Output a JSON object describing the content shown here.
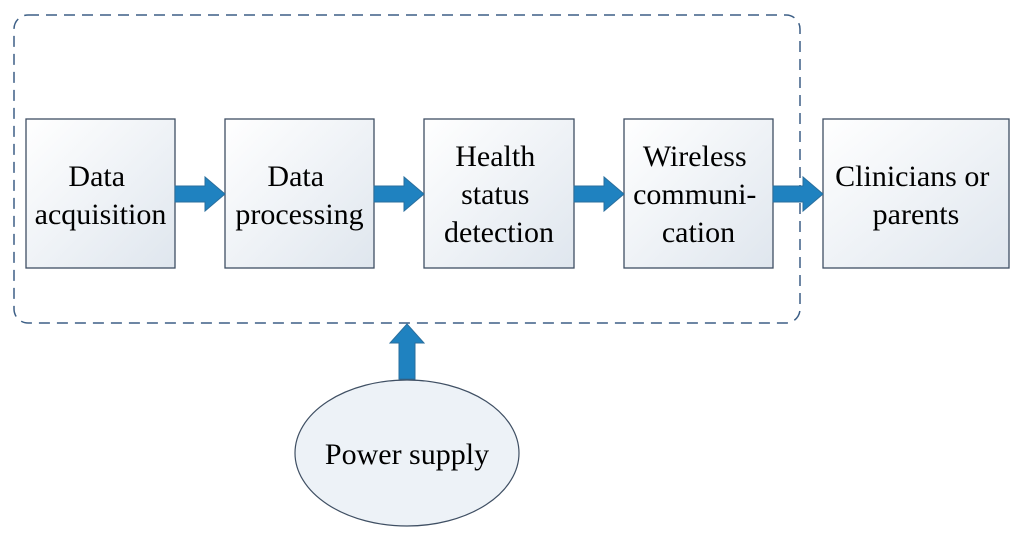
{
  "colors": {
    "box_border": "#3f4f63",
    "box_fill_start": "#ffffff",
    "box_fill_end": "#dfe6ee",
    "arrow": "#1f82c0",
    "arrow_edge": "#2a6f9e",
    "dashed_border": "#3d5f86",
    "ellipse_fill": "#edf2f7"
  },
  "blocks": [
    {
      "lines": [
        "Data",
        "acquisition"
      ]
    },
    {
      "lines": [
        "Data",
        "processing"
      ]
    },
    {
      "lines": [
        "Health",
        "status",
        "detection"
      ]
    },
    {
      "lines": [
        "Wireless",
        "communi-",
        "cation"
      ]
    },
    {
      "lines": [
        "Clinicians or",
        "parents"
      ]
    }
  ],
  "power": {
    "label": "Power supply"
  }
}
